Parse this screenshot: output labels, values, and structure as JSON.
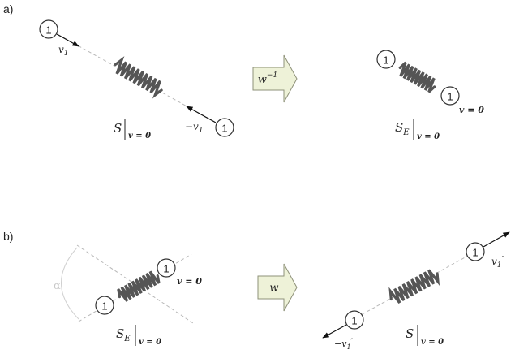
{
  "panel_a": {
    "label": "a)",
    "ball_left": "1",
    "ball_right": "1",
    "v1": "v",
    "v1_sub": "1",
    "neg_v1": "−v",
    "neg_v1_sub": "1",
    "system": "S",
    "condition": "v = 0",
    "op": "w",
    "op_sup": "−1",
    "result_ball_top": "1",
    "result_ball_bottom": "1",
    "result_v": "v = 0",
    "result_system": "S",
    "result_system_sub": "E",
    "result_condition": "v = 0"
  },
  "panel_b": {
    "label": "b)",
    "alpha": "α",
    "ball_top": "1",
    "ball_bottom": "1",
    "ball_v": "v = 0",
    "system": "S",
    "system_sub": "E",
    "condition": "v = 0",
    "op": "w",
    "result_ball_top": "1",
    "result_ball_bottom": "1",
    "v1p": "v",
    "v1p_sub": "1",
    "v1p_prime": "′",
    "neg_v1p": "−v",
    "neg_v1p_sub": "1",
    "neg_v1p_prime": "′",
    "result_system": "S",
    "result_condition": "v = 0"
  }
}
